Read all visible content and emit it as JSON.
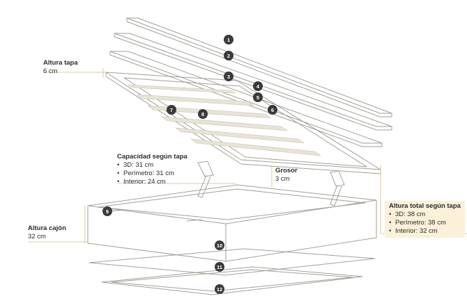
{
  "labels": {
    "altura_tapa": {
      "title": "Altura tapa",
      "value": "6 cm"
    },
    "capacidad": {
      "title": "Capacidad según tapa",
      "items": [
        "3D: 31 cm",
        "Perímetro: 31 cm",
        "Interior: 24 cm"
      ]
    },
    "grosor": {
      "title": "Grosor",
      "value": "3 cm"
    },
    "altura_cajon": {
      "title": "Altura cajón",
      "value": "32 cm"
    },
    "altura_total": {
      "title": "Altura total según tapa",
      "items": [
        "3D: 38 cm",
        "Perímetro: 38 cm",
        "Interior: 32 cm"
      ]
    }
  },
  "badges": [
    "1",
    "2",
    "3",
    "4",
    "5",
    "6",
    "7",
    "8",
    "9",
    "10",
    "11",
    "12"
  ],
  "colors": {
    "line": "#a39f98",
    "dimension": "#cdbf8a",
    "slat": "#e7e3d6",
    "badge": "#3a3a3a",
    "highlight": "#fbf1d9"
  }
}
